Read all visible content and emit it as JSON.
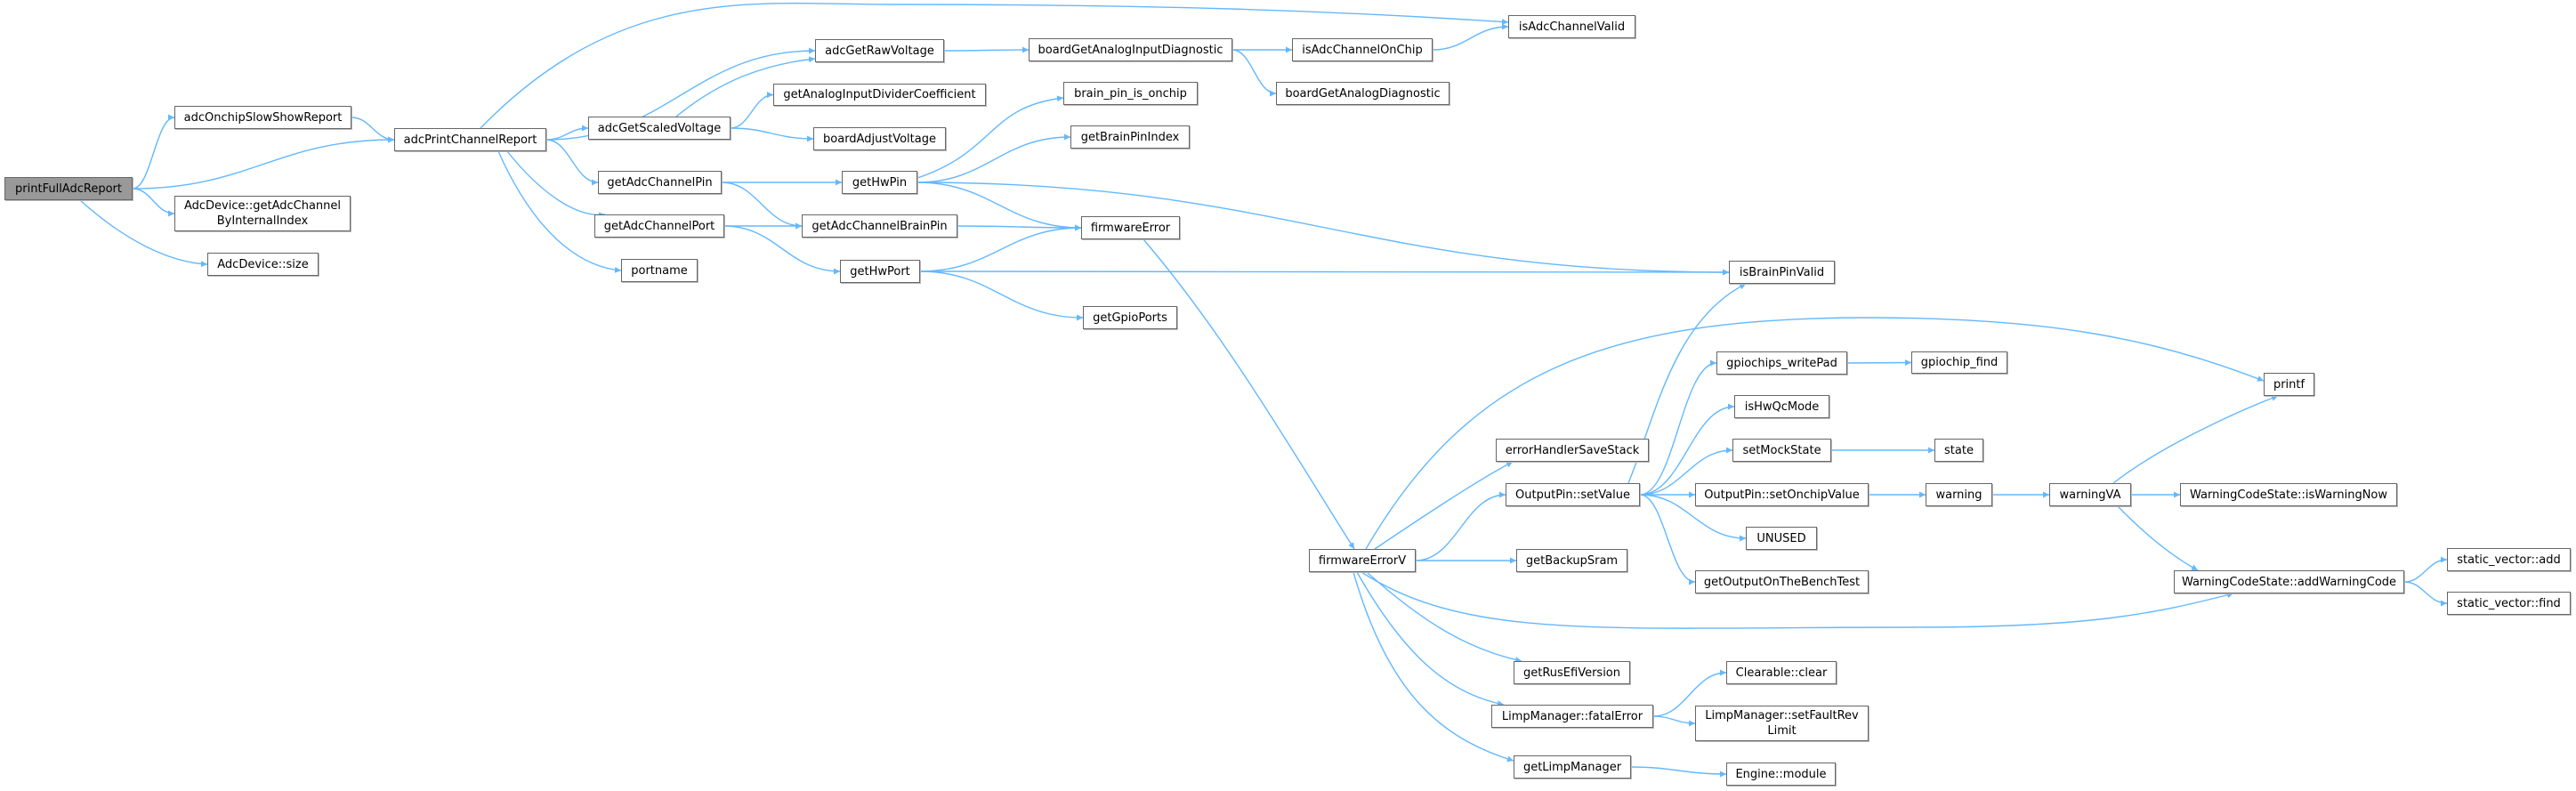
{
  "colors": {
    "edge": "#63b8ff",
    "node_border": "#666666",
    "root_fill": "#999999"
  },
  "nodes": [
    {
      "id": "printFullAdcReport",
      "label": "printFullAdcReport",
      "root": true
    },
    {
      "id": "adcOnchipSlowShowReport",
      "label": "adcOnchipSlowShowReport"
    },
    {
      "id": "getAdcChannelByInternalIndex",
      "label": "AdcDevice::getAdcChannel\nByInternalIndex"
    },
    {
      "id": "AdcDeviceSize",
      "label": "AdcDevice::size"
    },
    {
      "id": "adcPrintChannelReport",
      "label": "adcPrintChannelReport"
    },
    {
      "id": "adcGetScaledVoltage",
      "label": "adcGetScaledVoltage"
    },
    {
      "id": "getAdcChannelPin",
      "label": "getAdcChannelPin"
    },
    {
      "id": "getAdcChannelPort",
      "label": "getAdcChannelPort"
    },
    {
      "id": "portname",
      "label": "portname"
    },
    {
      "id": "adcGetRawVoltage",
      "label": "adcGetRawVoltage"
    },
    {
      "id": "getAnalogInputDividerCoefficient",
      "label": "getAnalogInputDividerCoefficient"
    },
    {
      "id": "boardAdjustVoltage",
      "label": "boardAdjustVoltage"
    },
    {
      "id": "getHwPin",
      "label": "getHwPin"
    },
    {
      "id": "getAdcChannelBrainPin",
      "label": "getAdcChannelBrainPin"
    },
    {
      "id": "getHwPort",
      "label": "getHwPort"
    },
    {
      "id": "boardGetAnalogInputDiagnostic",
      "label": "boardGetAnalogInputDiagnostic"
    },
    {
      "id": "isAdcChannelOnChip",
      "label": "isAdcChannelOnChip"
    },
    {
      "id": "isAdcChannelValid",
      "label": "isAdcChannelValid"
    },
    {
      "id": "brain_pin_is_onchip",
      "label": "brain_pin_is_onchip"
    },
    {
      "id": "boardGetAnalogDiagnostic",
      "label": "boardGetAnalogDiagnostic"
    },
    {
      "id": "getBrainPinIndex",
      "label": "getBrainPinIndex"
    },
    {
      "id": "firmwareError",
      "label": "firmwareError"
    },
    {
      "id": "isBrainPinValid",
      "label": "isBrainPinValid"
    },
    {
      "id": "getGpioPorts",
      "label": "getGpioPorts"
    },
    {
      "id": "firmwareErrorV",
      "label": "firmwareErrorV"
    },
    {
      "id": "gpiochips_writePad",
      "label": "gpiochips_writePad"
    },
    {
      "id": "gpiochip_find",
      "label": "gpiochip_find"
    },
    {
      "id": "printf",
      "label": "printf"
    },
    {
      "id": "isHwQcMode",
      "label": "isHwQcMode"
    },
    {
      "id": "errorHandlerSaveStack",
      "label": "errorHandlerSaveStack"
    },
    {
      "id": "setMockState",
      "label": "setMockState"
    },
    {
      "id": "state",
      "label": "state"
    },
    {
      "id": "setValue",
      "label": "OutputPin::setValue"
    },
    {
      "id": "setOnchipValue",
      "label": "OutputPin::setOnchipValue"
    },
    {
      "id": "warning",
      "label": "warning"
    },
    {
      "id": "warningVA",
      "label": "warningVA"
    },
    {
      "id": "isWarningNow",
      "label": "WarningCodeState::isWarningNow"
    },
    {
      "id": "UNUSED",
      "label": "UNUSED"
    },
    {
      "id": "getBackupSram",
      "label": "getBackupSram"
    },
    {
      "id": "getOutputOnTheBenchTest",
      "label": "getOutputOnTheBenchTest"
    },
    {
      "id": "addWarningCode",
      "label": "WarningCodeState::addWarningCode"
    },
    {
      "id": "svAdd",
      "label": "static_vector::add"
    },
    {
      "id": "svFind",
      "label": "static_vector::find"
    },
    {
      "id": "getRusEfiVersion",
      "label": "getRusEfiVersion"
    },
    {
      "id": "clearableClear",
      "label": "Clearable::clear"
    },
    {
      "id": "fatalError",
      "label": "LimpManager::fatalError"
    },
    {
      "id": "setFaultRevLimit",
      "label": "LimpManager::setFaultRev\nLimit"
    },
    {
      "id": "getLimpManager",
      "label": "getLimpManager"
    },
    {
      "id": "engineModule",
      "label": "Engine::module"
    }
  ],
  "edges": [
    [
      "printFullAdcReport",
      "adcOnchipSlowShowReport"
    ],
    [
      "printFullAdcReport",
      "adcPrintChannelReport"
    ],
    [
      "printFullAdcReport",
      "getAdcChannelByInternalIndex"
    ],
    [
      "printFullAdcReport",
      "AdcDeviceSize"
    ],
    [
      "adcOnchipSlowShowReport",
      "adcPrintChannelReport"
    ],
    [
      "adcPrintChannelReport",
      "isAdcChannelValid"
    ],
    [
      "adcPrintChannelReport",
      "adcGetRawVoltage"
    ],
    [
      "adcPrintChannelReport",
      "adcGetScaledVoltage"
    ],
    [
      "adcPrintChannelReport",
      "getAdcChannelPin"
    ],
    [
      "adcPrintChannelReport",
      "getAdcChannelPort"
    ],
    [
      "adcPrintChannelReport",
      "portname"
    ],
    [
      "adcGetScaledVoltage",
      "adcGetRawVoltage"
    ],
    [
      "adcGetScaledVoltage",
      "getAnalogInputDividerCoefficient"
    ],
    [
      "adcGetScaledVoltage",
      "boardAdjustVoltage"
    ],
    [
      "adcGetRawVoltage",
      "boardGetAnalogInputDiagnostic"
    ],
    [
      "boardGetAnalogInputDiagnostic",
      "isAdcChannelOnChip"
    ],
    [
      "boardGetAnalogInputDiagnostic",
      "boardGetAnalogDiagnostic"
    ],
    [
      "isAdcChannelOnChip",
      "isAdcChannelValid"
    ],
    [
      "getAdcChannelPin",
      "getHwPin"
    ],
    [
      "getAdcChannelPin",
      "getAdcChannelBrainPin"
    ],
    [
      "getAdcChannelPort",
      "getAdcChannelBrainPin"
    ],
    [
      "getAdcChannelPort",
      "getHwPort"
    ],
    [
      "getHwPin",
      "brain_pin_is_onchip"
    ],
    [
      "getHwPin",
      "getBrainPinIndex"
    ],
    [
      "getHwPin",
      "firmwareError"
    ],
    [
      "getHwPin",
      "isBrainPinValid"
    ],
    [
      "getAdcChannelBrainPin",
      "firmwareError"
    ],
    [
      "getHwPort",
      "firmwareError"
    ],
    [
      "getHwPort",
      "isBrainPinValid"
    ],
    [
      "getHwPort",
      "getGpioPorts"
    ],
    [
      "firmwareError",
      "firmwareErrorV"
    ],
    [
      "firmwareErrorV",
      "printf"
    ],
    [
      "firmwareErrorV",
      "errorHandlerSaveStack"
    ],
    [
      "firmwareErrorV",
      "setValue"
    ],
    [
      "firmwareErrorV",
      "getBackupSram"
    ],
    [
      "firmwareErrorV",
      "addWarningCode"
    ],
    [
      "firmwareErrorV",
      "getRusEfiVersion"
    ],
    [
      "firmwareErrorV",
      "fatalError"
    ],
    [
      "firmwareErrorV",
      "getLimpManager"
    ],
    [
      "setValue",
      "isBrainPinValid"
    ],
    [
      "setValue",
      "gpiochips_writePad"
    ],
    [
      "setValue",
      "isHwQcMode"
    ],
    [
      "setValue",
      "setMockState"
    ],
    [
      "setValue",
      "setOnchipValue"
    ],
    [
      "setValue",
      "UNUSED"
    ],
    [
      "setValue",
      "getOutputOnTheBenchTest"
    ],
    [
      "gpiochips_writePad",
      "gpiochip_find"
    ],
    [
      "setMockState",
      "state"
    ],
    [
      "setOnchipValue",
      "warning"
    ],
    [
      "warning",
      "warningVA"
    ],
    [
      "warningVA",
      "printf"
    ],
    [
      "warningVA",
      "isWarningNow"
    ],
    [
      "warningVA",
      "addWarningCode"
    ],
    [
      "addWarningCode",
      "svAdd"
    ],
    [
      "addWarningCode",
      "svFind"
    ],
    [
      "fatalError",
      "clearableClear"
    ],
    [
      "fatalError",
      "setFaultRevLimit"
    ],
    [
      "getLimpManager",
      "engineModule"
    ]
  ]
}
